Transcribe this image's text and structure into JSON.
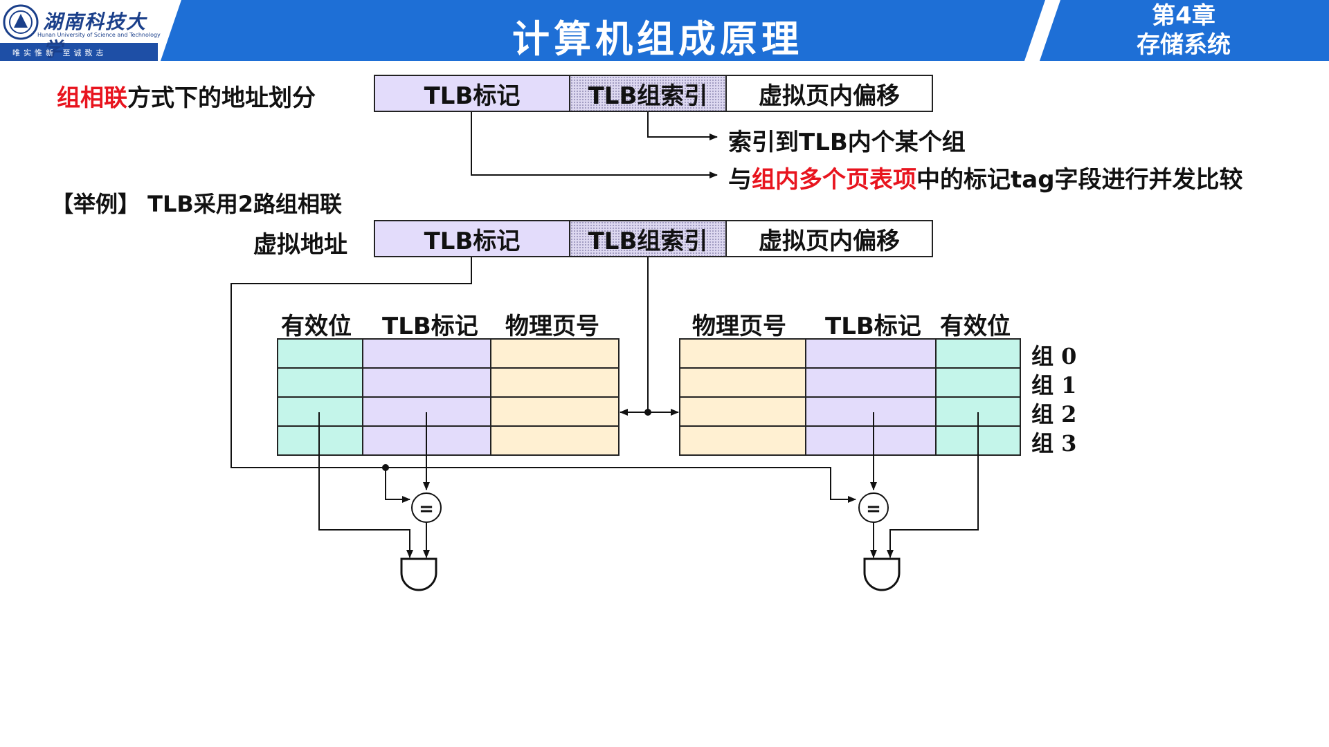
{
  "header": {
    "university_cn": "湖南科技大学",
    "university_en": "Hunan University of Science and Technology",
    "motto": "唯实惟新 至诚致志",
    "title": "计算机组成原理",
    "chapter_line1": "第4章",
    "chapter_line2": "存储系统",
    "colors": {
      "bar": "#1e6fd6",
      "accent": "#e8141e"
    }
  },
  "partition": {
    "label_red": "组相联",
    "label_rest": "方式下的地址划分",
    "fields": [
      "TLB标记",
      "TLB组索引",
      "虚拟页内偏移"
    ],
    "note1": "索引到TLB内个某个组",
    "note2_pre": "与",
    "note2_red": "组内多个页表项",
    "note2_post": "中的标记tag字段进行并发比较"
  },
  "example": {
    "label": "【举例】 TLB采用2路组相联",
    "va_label": "虚拟地址",
    "fields": [
      "TLB标记",
      "TLB组索引",
      "虚拟页内偏移"
    ]
  },
  "way_left": {
    "headers": [
      "有效位",
      "TLB标记",
      "物理页号"
    ]
  },
  "way_right": {
    "headers": [
      "物理页号",
      "TLB标记",
      "有效位"
    ]
  },
  "groups": [
    "组 0",
    "组 1",
    "组 2",
    "组 3"
  ],
  "comparator_symbol": "=",
  "cell_colors": {
    "valid": "#c4f5ea",
    "tag": "#e3dcfb",
    "ppn": "#fff0d2"
  }
}
